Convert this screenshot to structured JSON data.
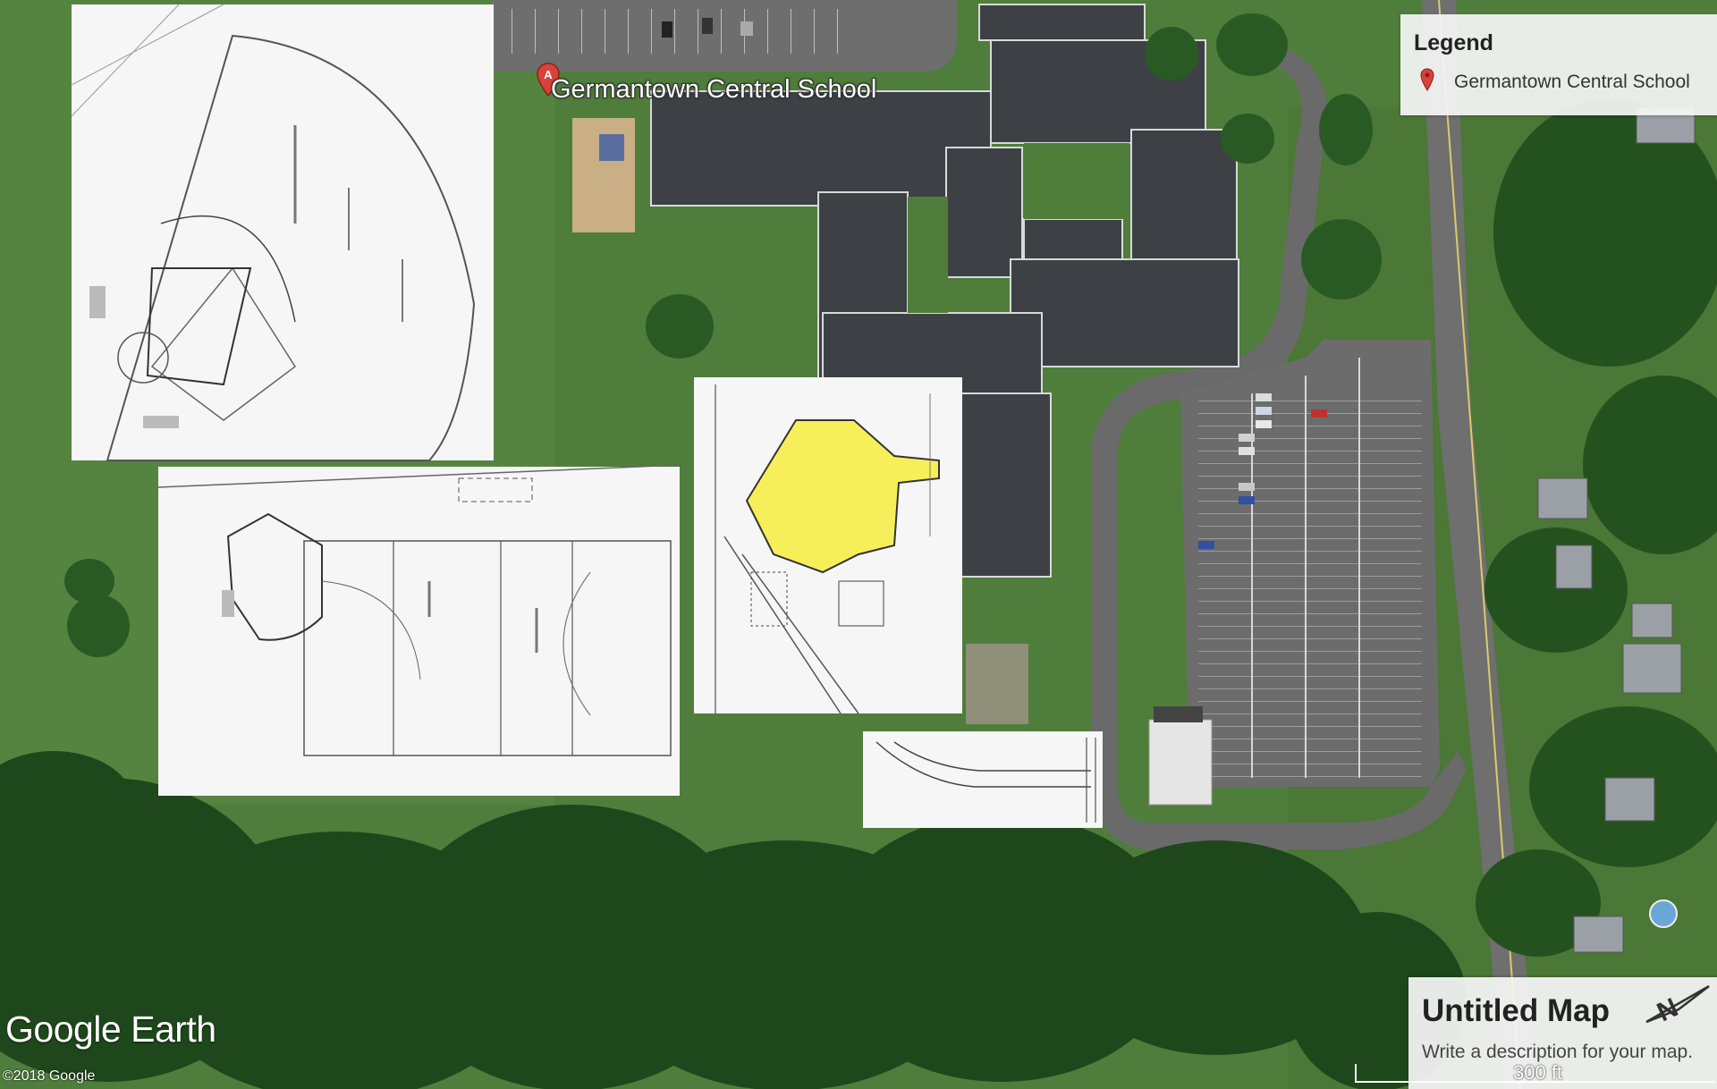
{
  "map": {
    "place_label": "Germantown Central School",
    "legend": {
      "title": "Legend",
      "items": [
        {
          "label": "Germantown Central School",
          "icon": "map-pin-icon"
        }
      ]
    },
    "info_box": {
      "title": "Untitled Map",
      "description": "Write a description for your map."
    },
    "scale_label": "300 ft",
    "logo_text": "Google Earth",
    "copyright": "©2018 Google",
    "colors": {
      "grass": "#4c7a3a",
      "trees": "#1f4a1c",
      "pavement": "#6a6a6a",
      "roof": "#3e4246",
      "highlight": "#f7ef5a",
      "pin": "#d8423a"
    }
  }
}
